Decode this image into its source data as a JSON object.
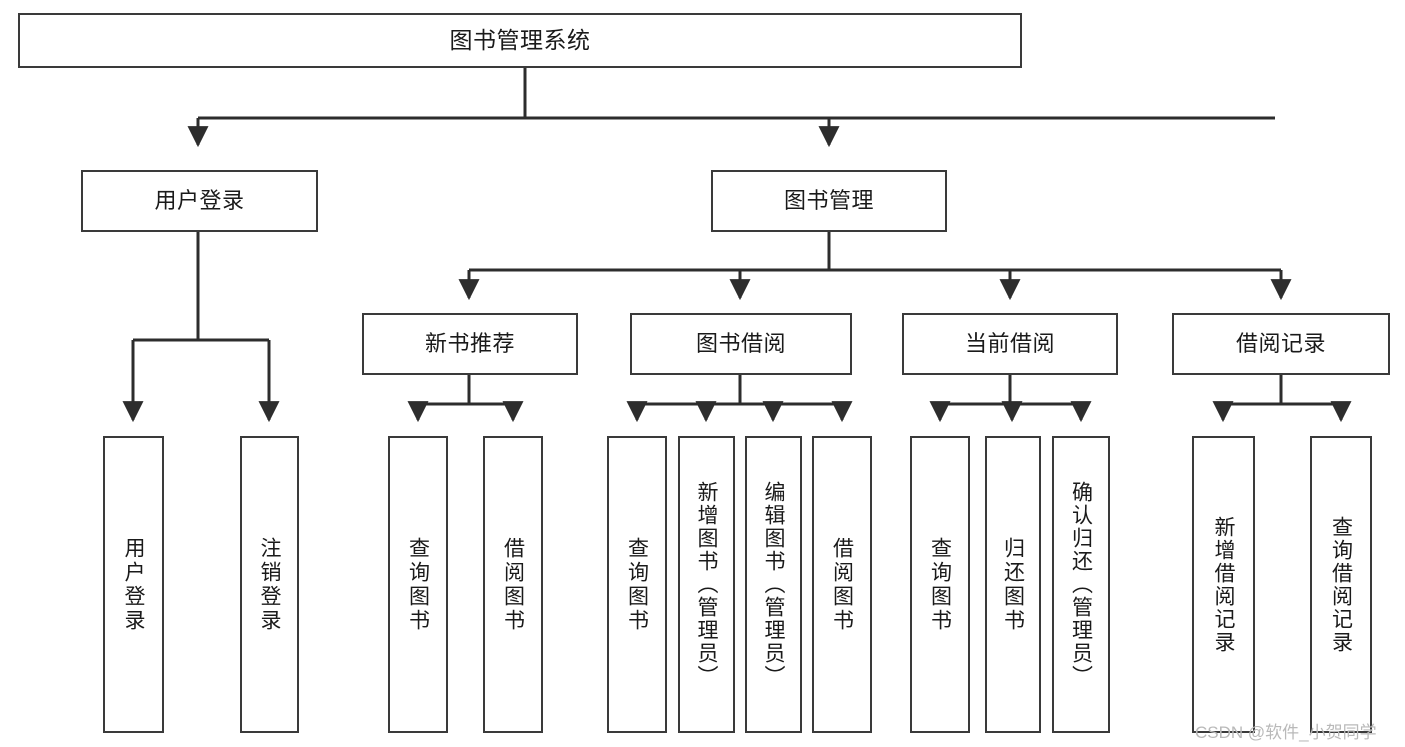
{
  "diagram": {
    "title": "图书管理系统",
    "type": "hierarchy-tree",
    "levels": [
      {
        "level": 1,
        "nodes": [
          {
            "id": "root",
            "label": "图书管理系统",
            "orientation": "horizontal"
          }
        ]
      },
      {
        "level": 2,
        "nodes": [
          {
            "id": "user-login",
            "label": "用户登录",
            "orientation": "horizontal",
            "parent": "root"
          },
          {
            "id": "book-manage",
            "label": "图书管理",
            "orientation": "horizontal",
            "parent": "root"
          }
        ]
      },
      {
        "level": 3,
        "nodes": [
          {
            "id": "new-book-rec",
            "label": "新书推荐",
            "orientation": "horizontal",
            "parent": "book-manage"
          },
          {
            "id": "book-borrow",
            "label": "图书借阅",
            "orientation": "horizontal",
            "parent": "book-manage"
          },
          {
            "id": "current-borrow",
            "label": "当前借阅",
            "orientation": "horizontal",
            "parent": "book-manage"
          },
          {
            "id": "borrow-record",
            "label": "借阅记录",
            "orientation": "horizontal",
            "parent": "book-manage"
          }
        ]
      },
      {
        "level": 4,
        "nodes": [
          {
            "id": "leaf-user-login",
            "label": "用户登录",
            "orientation": "vertical",
            "parent": "user-login"
          },
          {
            "id": "leaf-logout",
            "label": "注销登录",
            "orientation": "vertical",
            "parent": "user-login"
          },
          {
            "id": "leaf-query-book-1",
            "label": "查询图书",
            "orientation": "vertical",
            "parent": "new-book-rec"
          },
          {
            "id": "leaf-borrow-book-1",
            "label": "借阅图书",
            "orientation": "vertical",
            "parent": "new-book-rec"
          },
          {
            "id": "leaf-query-book-2",
            "label": "查询图书",
            "orientation": "vertical",
            "parent": "book-borrow"
          },
          {
            "id": "leaf-add-book",
            "label": "新增图书（管理员）",
            "orientation": "vertical",
            "parent": "book-borrow"
          },
          {
            "id": "leaf-edit-book",
            "label": "编辑图书（管理员）",
            "orientation": "vertical",
            "parent": "book-borrow"
          },
          {
            "id": "leaf-borrow-book-2",
            "label": "借阅图书",
            "orientation": "vertical",
            "parent": "book-borrow"
          },
          {
            "id": "leaf-query-book-3",
            "label": "查询图书",
            "orientation": "vertical",
            "parent": "current-borrow"
          },
          {
            "id": "leaf-return-book",
            "label": "归还图书",
            "orientation": "vertical",
            "parent": "current-borrow"
          },
          {
            "id": "leaf-confirm-return",
            "label": "确认归还（管理员）",
            "orientation": "vertical",
            "parent": "current-borrow"
          },
          {
            "id": "leaf-add-record",
            "label": "新增借阅记录",
            "orientation": "vertical",
            "parent": "borrow-record"
          },
          {
            "id": "leaf-query-record",
            "label": "查询借阅记录",
            "orientation": "vertical",
            "parent": "borrow-record"
          }
        ]
      }
    ],
    "colors": {
      "border": "#3a3a3a",
      "fill": "#ffffff",
      "text": "#1a1a1a",
      "connector": "#2d2d2d",
      "watermark": "#b9b9b9"
    }
  },
  "watermark": {
    "text": "CSDN @软件_小贺同学"
  }
}
